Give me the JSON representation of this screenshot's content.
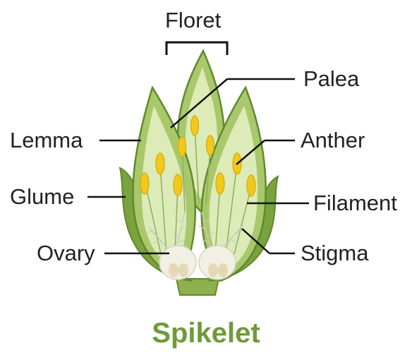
{
  "title": "Spikelet",
  "labels": {
    "floret": "Floret",
    "palea": "Palea",
    "lemma": "Lemma",
    "anther": "Anther",
    "glume": "Glume",
    "filament": "Filament",
    "ovary": "Ovary",
    "stigma": "Stigma"
  },
  "colors": {
    "title": "#6f9a3a",
    "text": "#222222",
    "leader_line": "#111111",
    "glume_green": "#7aa23f",
    "outline_green": "#5f8a2c",
    "inner_light_green": "#dcebb8",
    "anther_yellow": "#f2c81b",
    "ovary_white": "#f2efe4",
    "stigma_gray": "#c8ccc0"
  }
}
